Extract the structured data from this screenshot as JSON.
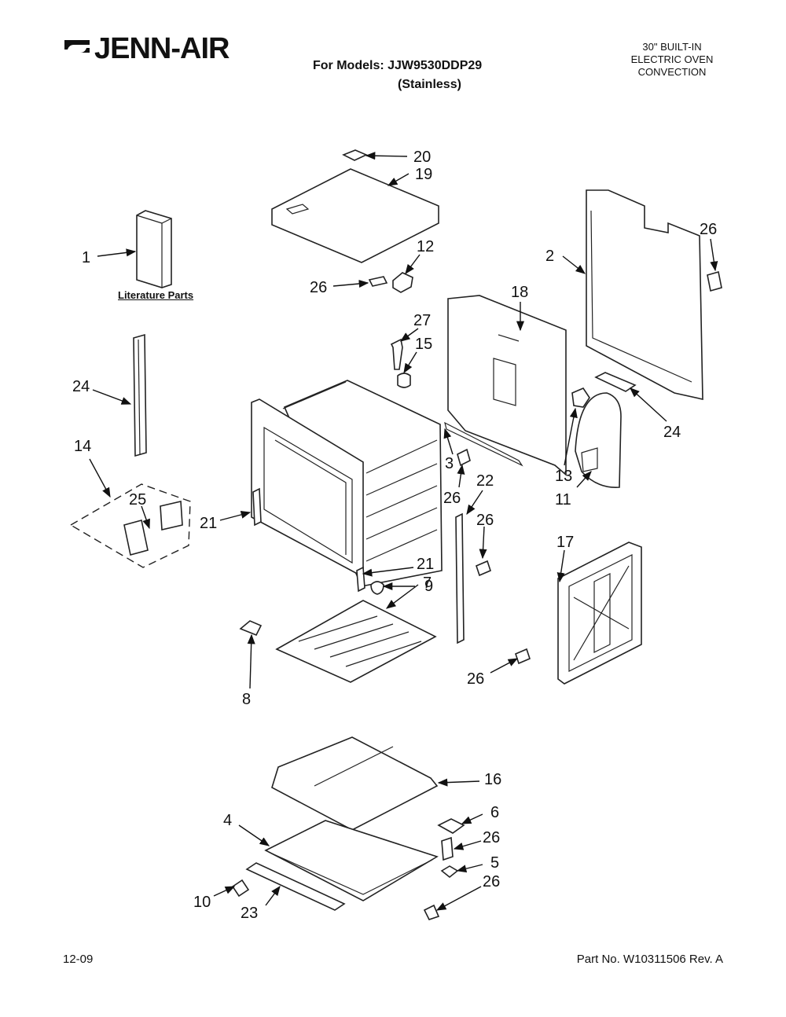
{
  "header": {
    "brand": "JENN-AIR",
    "models_line": "For Models: JJW9530DDP29",
    "models_sub": "(Stainless)",
    "category_lines": [
      "30\" BUILT-IN",
      "ELECTRIC OVEN",
      "CONVECTION"
    ]
  },
  "literature_label": "Literature Parts",
  "footer": {
    "date": "12-09",
    "part_no": "Part No. W10311506 Rev. A"
  },
  "icons": {
    "brand_logo": "jenn-air-logo-icon",
    "callout_arrow": "arrow-icon"
  },
  "callouts": [
    {
      "id": "c20",
      "label": "20"
    },
    {
      "id": "c19",
      "label": "19"
    },
    {
      "id": "c1",
      "label": "1"
    },
    {
      "id": "c12",
      "label": "12"
    },
    {
      "id": "c26a",
      "label": "26"
    },
    {
      "id": "c2",
      "label": "2"
    },
    {
      "id": "c26b",
      "label": "26"
    },
    {
      "id": "c18",
      "label": "18"
    },
    {
      "id": "c27",
      "label": "27"
    },
    {
      "id": "c15",
      "label": "15"
    },
    {
      "id": "c24a",
      "label": "24"
    },
    {
      "id": "c24b",
      "label": "24"
    },
    {
      "id": "c14",
      "label": "14"
    },
    {
      "id": "c25",
      "label": "25"
    },
    {
      "id": "c3",
      "label": "3"
    },
    {
      "id": "c26c",
      "label": "26"
    },
    {
      "id": "c22",
      "label": "22"
    },
    {
      "id": "c13",
      "label": "13"
    },
    {
      "id": "c11",
      "label": "11"
    },
    {
      "id": "c21a",
      "label": "21"
    },
    {
      "id": "c26d",
      "label": "26"
    },
    {
      "id": "c21b",
      "label": "21"
    },
    {
      "id": "c9",
      "label": "9"
    },
    {
      "id": "c17",
      "label": "17"
    },
    {
      "id": "c7",
      "label": "7"
    },
    {
      "id": "c8",
      "label": "8"
    },
    {
      "id": "c26e",
      "label": "26"
    },
    {
      "id": "c16",
      "label": "16"
    },
    {
      "id": "c6",
      "label": "6"
    },
    {
      "id": "c4",
      "label": "4"
    },
    {
      "id": "c26f",
      "label": "26"
    },
    {
      "id": "c5",
      "label": "5"
    },
    {
      "id": "c10",
      "label": "10"
    },
    {
      "id": "c26g",
      "label": "26"
    },
    {
      "id": "c23",
      "label": "23"
    }
  ]
}
